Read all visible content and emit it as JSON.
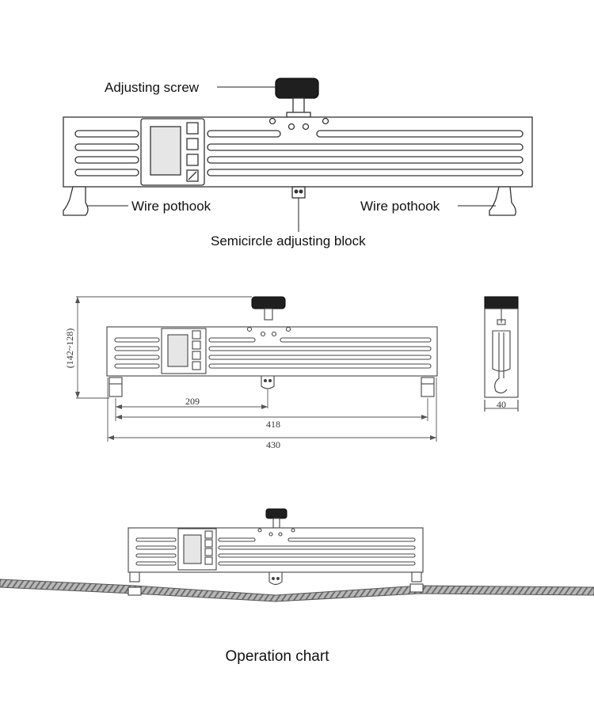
{
  "labels": {
    "adjusting_screw": "Adjusting screw",
    "wire_pothook_left": "Wire pothook",
    "wire_pothook_right": "Wire pothook",
    "semicircle_block": "Semicircle adjusting block"
  },
  "dimensions": {
    "height_range": "(142~128)",
    "center_distance": "209",
    "hook_span": "418",
    "total_length": "430",
    "width": "40"
  },
  "caption": "Operation chart",
  "colors": {
    "line": "#333333",
    "knob": "#1a1a1a",
    "screen": "#e6e6e6",
    "wire": "#8a8a8a"
  }
}
